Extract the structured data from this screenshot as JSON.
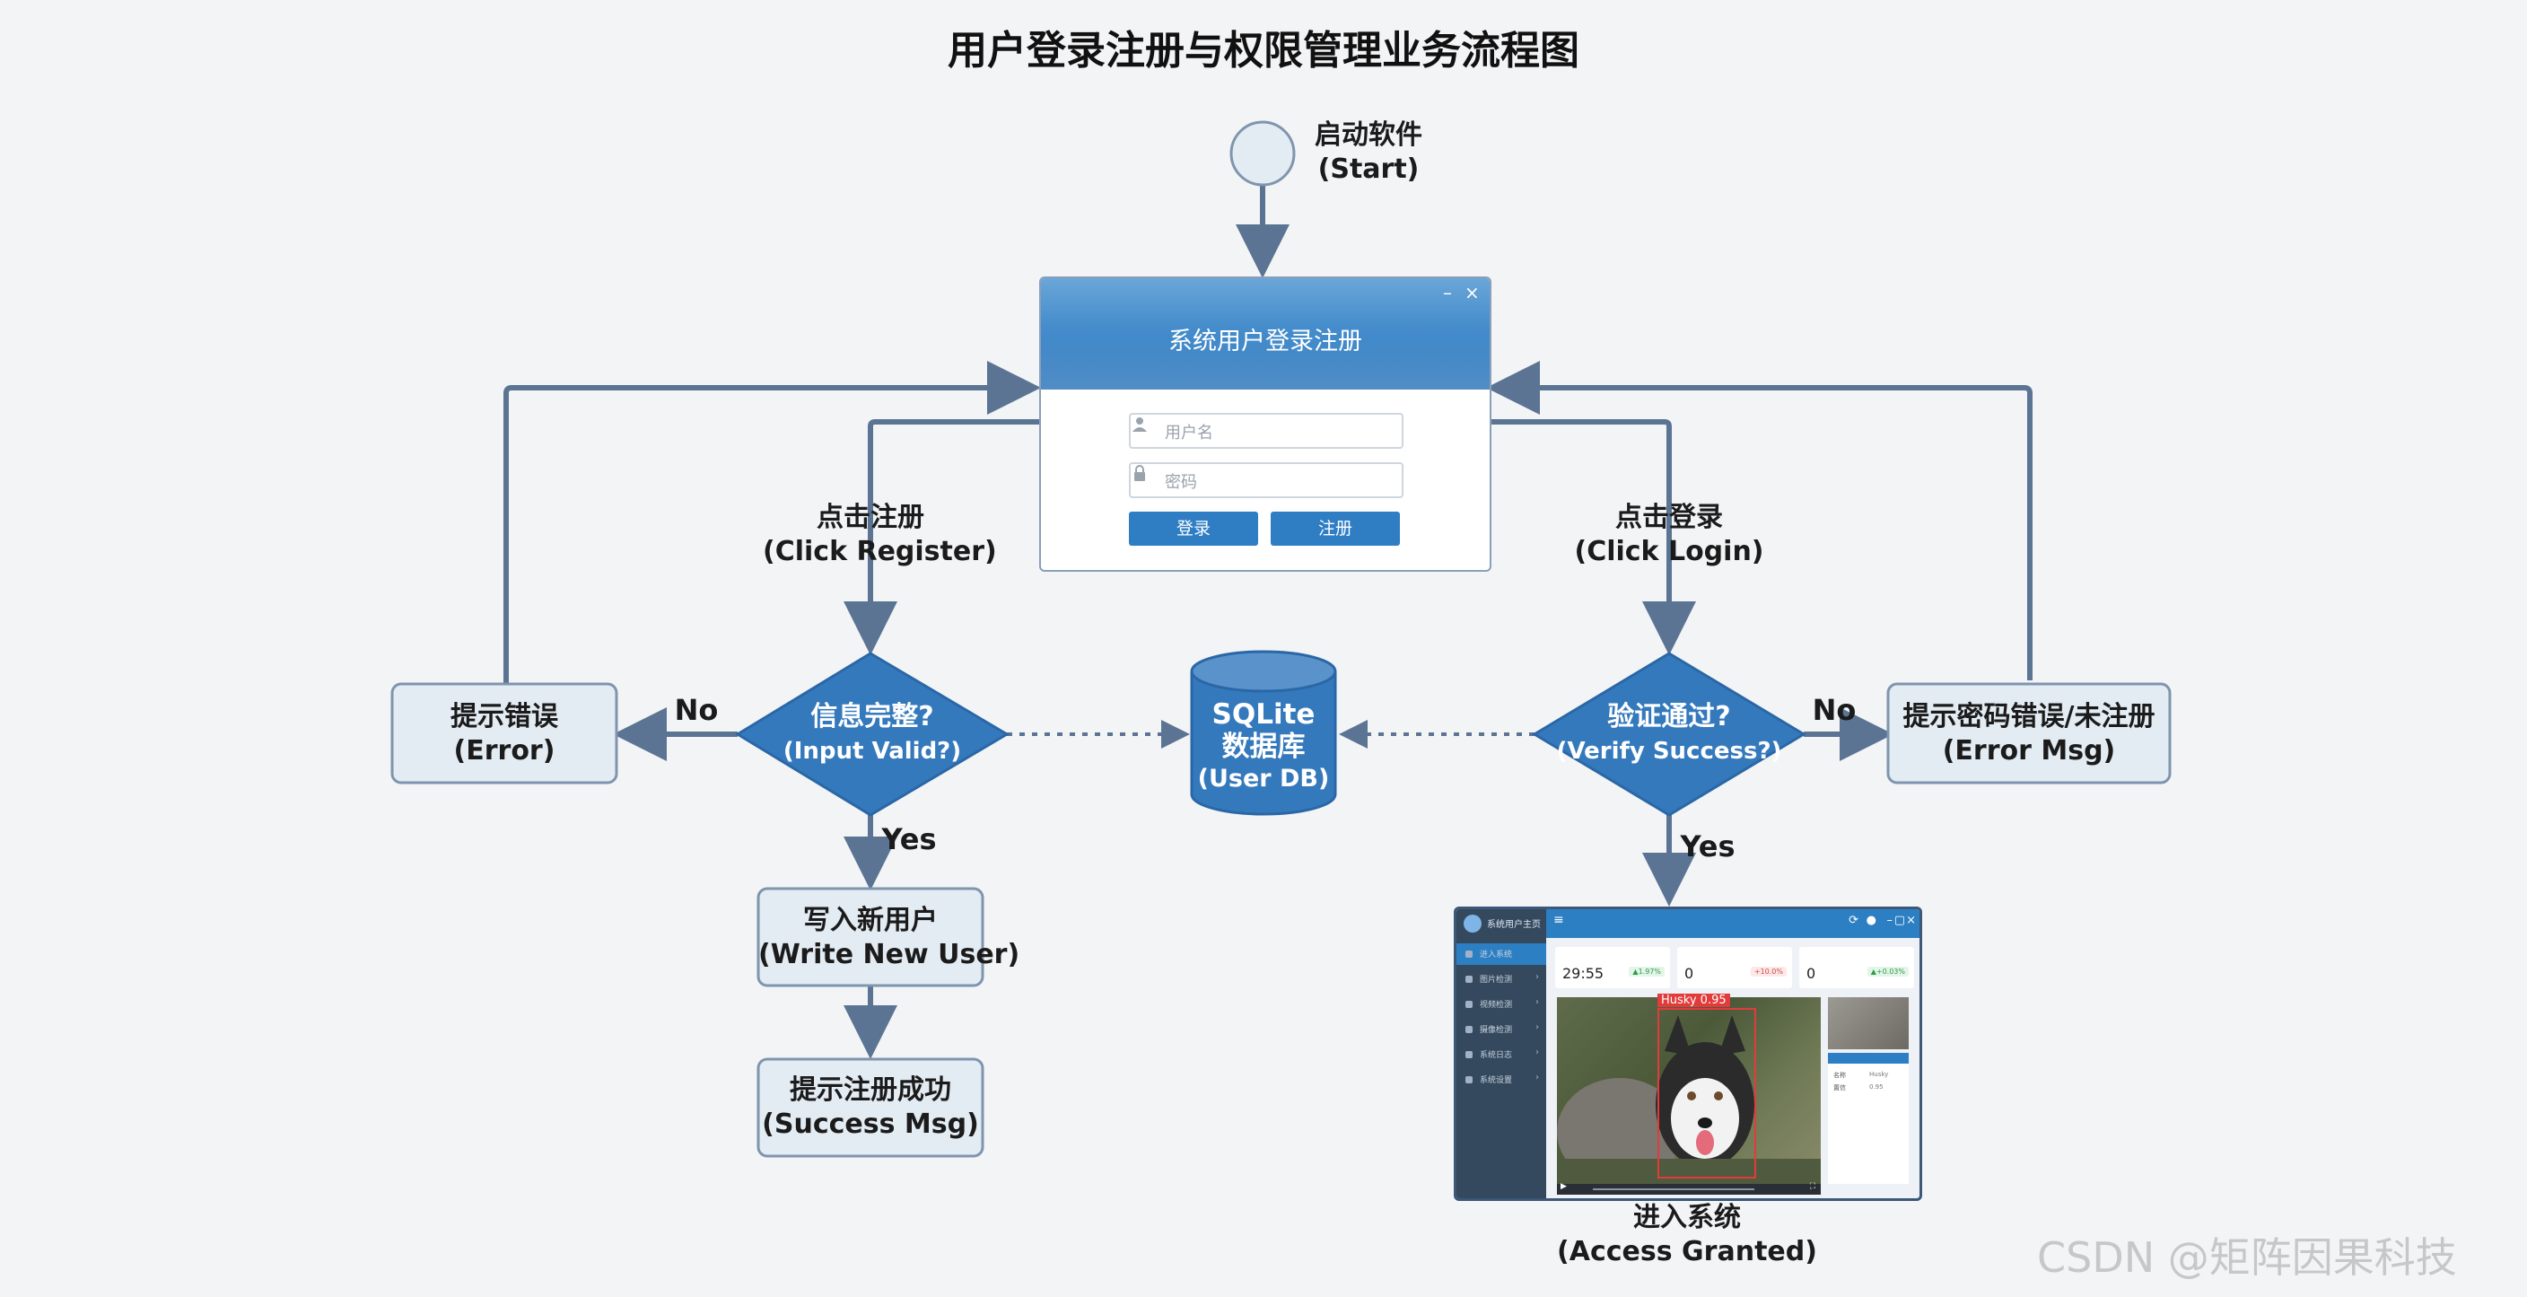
{
  "title": "用户登录注册与权限管理业务流程图",
  "colors": {
    "arrow": "#5b7493",
    "diamond": "#3579bd",
    "database": "#3579bd",
    "box_fill": "#e3ebf3",
    "box_stroke": "#7f95ad",
    "start_fill": "#e3ebf3"
  },
  "nodes": {
    "start": {
      "line1": "启动软件",
      "line2": "(Start)"
    },
    "login_window": {
      "title": "系统用户登录注册",
      "username_placeholder": "用户名",
      "password_placeholder": "密码",
      "login_button": "登录",
      "register_button": "注册",
      "minimize_icon": "minimize-icon",
      "close_icon": "close-icon"
    },
    "click_register": {
      "line1": "点击注册",
      "line2": "(Click Register)"
    },
    "click_login": {
      "line1": "点击登录",
      "line2": "(Click Login)"
    },
    "input_valid": {
      "line1": "信息完整?",
      "line2": "(Input Valid?)"
    },
    "verify_success": {
      "line1": "验证通过?",
      "line2": "(Verify Success?)"
    },
    "database": {
      "line1": "SQLite",
      "line2": "数据库",
      "line3": "(User DB)"
    },
    "error_left": {
      "line1": "提示错误",
      "line2": "(Error)"
    },
    "error_right": {
      "line1": "提示密码错误/未注册",
      "line2": "(Error Msg)"
    },
    "write_user": {
      "line1": "写入新用户",
      "line2": "(Write New User)"
    },
    "success_msg": {
      "line1": "提示注册成功",
      "line2": "(Success Msg)"
    },
    "access_granted": {
      "line1": "进入系统",
      "line2": "(Access Granted)"
    }
  },
  "branch_labels": {
    "left_no": "No",
    "left_yes": "Yes",
    "right_no": "No",
    "right_yes": "Yes"
  },
  "dashboard": {
    "app_name": "系统用户主页",
    "menu_items": [
      "进入系统",
      "图片检测",
      "视频检测",
      "摄像检测",
      "系统日志",
      "系统设置"
    ],
    "stats": [
      {
        "value": "29:55",
        "chip": "▲1.97%"
      },
      {
        "value": "0",
        "chip": "+10.0%"
      },
      {
        "value": "0",
        "chip": "▲+0.03%"
      }
    ],
    "detection_label": "Husky 0.95",
    "info_rows": [
      {
        "k": "名称",
        "v": "Husky"
      },
      {
        "k": "置信",
        "v": "0.95"
      }
    ]
  },
  "watermark": "CSDN @矩阵因果科技"
}
